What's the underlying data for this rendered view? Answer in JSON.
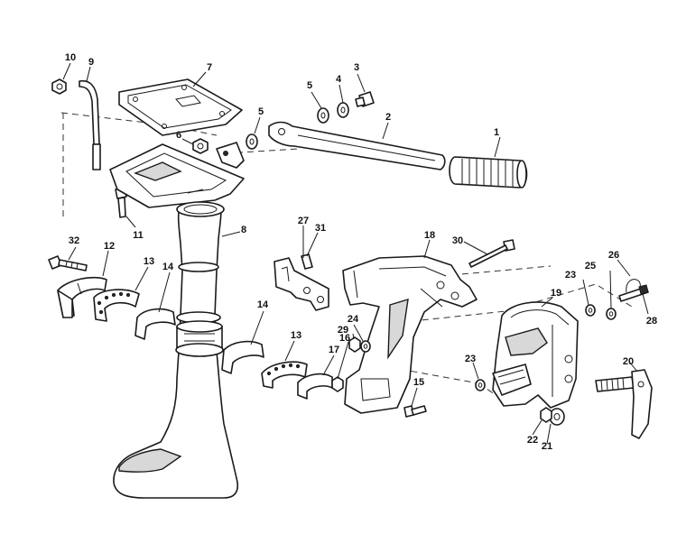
{
  "callouts": [
    {
      "id": "c1",
      "label": "1"
    },
    {
      "id": "c2",
      "label": "2"
    },
    {
      "id": "c3",
      "label": "3"
    },
    {
      "id": "c4",
      "label": "4"
    },
    {
      "id": "c5a",
      "label": "5"
    },
    {
      "id": "c5b",
      "label": "5"
    },
    {
      "id": "c6",
      "label": "6"
    },
    {
      "id": "c7",
      "label": "7"
    },
    {
      "id": "c8",
      "label": "8"
    },
    {
      "id": "c9",
      "label": "9"
    },
    {
      "id": "c10",
      "label": "10"
    },
    {
      "id": "c11",
      "label": "11"
    },
    {
      "id": "c12",
      "label": "12"
    },
    {
      "id": "c13a",
      "label": "13"
    },
    {
      "id": "c13b",
      "label": "13"
    },
    {
      "id": "c14a",
      "label": "14"
    },
    {
      "id": "c14b",
      "label": "14"
    },
    {
      "id": "c15",
      "label": "15"
    },
    {
      "id": "c16",
      "label": "16"
    },
    {
      "id": "c17",
      "label": "17"
    },
    {
      "id": "c18",
      "label": "18"
    },
    {
      "id": "c19",
      "label": "19"
    },
    {
      "id": "c20",
      "label": "20"
    },
    {
      "id": "c21",
      "label": "21"
    },
    {
      "id": "c22",
      "label": "22"
    },
    {
      "id": "c23a",
      "label": "23"
    },
    {
      "id": "c23b",
      "label": "23"
    },
    {
      "id": "c24",
      "label": "24"
    },
    {
      "id": "c25",
      "label": "25"
    },
    {
      "id": "c26",
      "label": "26"
    },
    {
      "id": "c27",
      "label": "27"
    },
    {
      "id": "c28",
      "label": "28"
    },
    {
      "id": "c29",
      "label": "29"
    },
    {
      "id": "c30",
      "label": "30"
    },
    {
      "id": "c31",
      "label": "31"
    },
    {
      "id": "c32",
      "label": "32"
    }
  ]
}
